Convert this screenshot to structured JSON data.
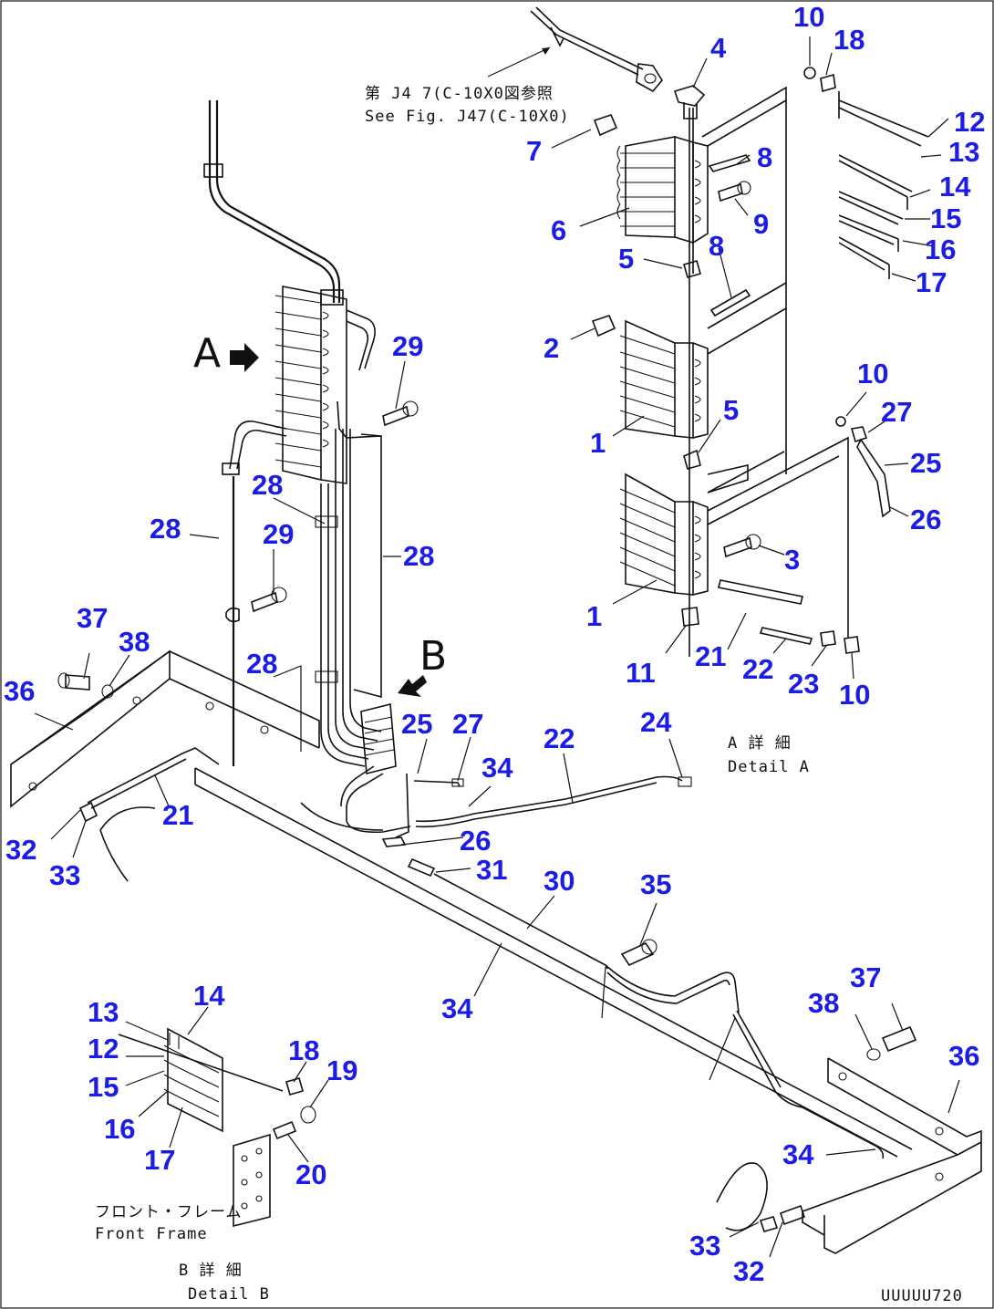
{
  "drawing_code": "UUUUU720",
  "reference_note": {
    "jp": "第 J4 7(C-10X0図参照",
    "en": "See Fig. J47(C-10X0)"
  },
  "view_markers": {
    "a": "A",
    "b": "B"
  },
  "detail_a": {
    "jp": "A 詳 細",
    "en": "Detail A"
  },
  "detail_b": {
    "jp": "B 詳 細",
    "en": "Detail B"
  },
  "front_frame": {
    "jp": "フロント・フレーム",
    "en": "Front Frame"
  },
  "callouts": {
    "c1a": "1",
    "c1b": "1",
    "c2": "2",
    "c3": "3",
    "c4": "4",
    "c5a": "5",
    "c5b": "5",
    "c6": "6",
    "c7": "7",
    "c8a": "8",
    "c8b": "8",
    "c9": "9",
    "c10a": "10",
    "c10b": "10",
    "c10c": "10",
    "c11": "11",
    "c12a": "12",
    "c13a": "13",
    "c14a": "14",
    "c15a": "15",
    "c16a": "16",
    "c17a": "17",
    "c18a": "18",
    "c21a": "21",
    "c22a": "22",
    "c23": "23",
    "c25a": "25",
    "c26a": "26",
    "c27a": "27",
    "c29a": "29",
    "c28a": "28",
    "c28b": "28",
    "c29b": "29",
    "c28c": "28",
    "c28d": "28",
    "c37a": "37",
    "c38a": "38",
    "c36a": "36",
    "c25b": "25",
    "c27b": "27",
    "c22b": "22",
    "c24": "24",
    "c34a": "34",
    "c21b": "21",
    "c32a": "32",
    "c33a": "33",
    "c26b": "26",
    "c31": "31",
    "c30": "30",
    "c35": "35",
    "c34b": "34",
    "c14b": "14",
    "c13b": "13",
    "c12b": "12",
    "c15b": "15",
    "c16b": "16",
    "c17b": "17",
    "c18b": "18",
    "c19": "19",
    "c20": "20",
    "c37b": "37",
    "c38b": "38",
    "c36b": "36",
    "c34c": "34",
    "c33b": "33",
    "c32b": "32"
  }
}
